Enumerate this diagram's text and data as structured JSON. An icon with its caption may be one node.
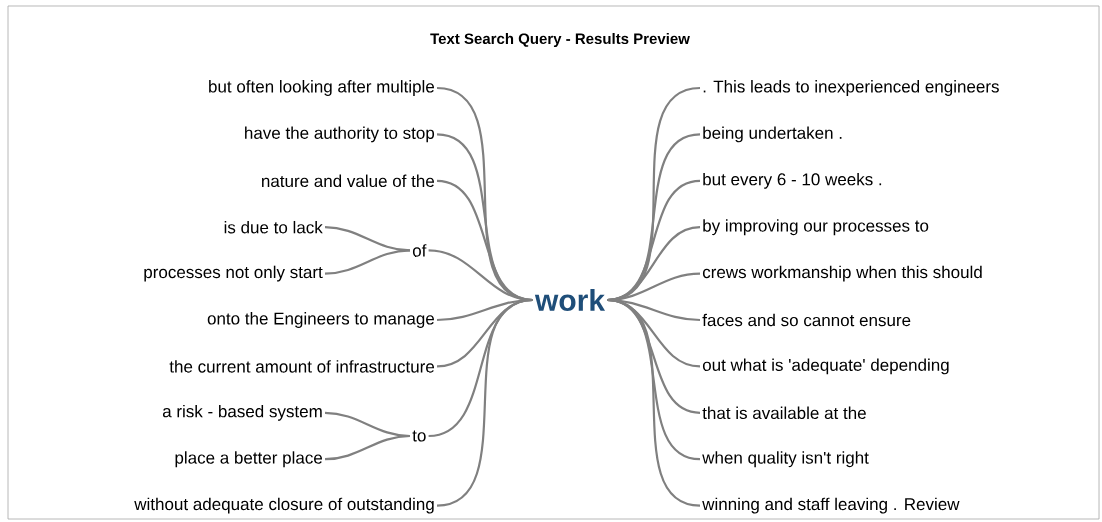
{
  "diagram": {
    "title": "Text Search Query - Results Preview",
    "nodes": [
      {
        "text": [
          "but often looking after multiple"
        ]
      },
      {
        "text": [
          "have the authority to stop"
        ]
      },
      {
        "text": [
          "nature and value of the"
        ]
      },
      {
        "text": [
          "is due to lack"
        ]
      },
      {
        "text": [
          "processes not only start"
        ]
      },
      {
        "text": [
          "of"
        ]
      },
      {
        "text": [
          "onto the Engineers to manage"
        ]
      },
      {
        "text": [
          "the current amount of infrastructure"
        ]
      },
      {
        "text": [
          "a risk - based system"
        ]
      },
      {
        "text": [
          "place a better place"
        ]
      },
      {
        "text": [
          "to"
        ]
      },
      {
        "text": [
          "without adequate closure of outstanding"
        ]
      },
      {
        "text": [
          "work"
        ]
      },
      {
        "text": [
          ". This leads to inexperienced engineers"
        ]
      },
      {
        "text": [
          "being undertaken ."
        ]
      },
      {
        "text": [
          "but every 6 - 10 weeks ."
        ]
      },
      {
        "text": [
          "by improving our processes to"
        ]
      },
      {
        "text": [
          "crews workmanship when this should"
        ]
      },
      {
        "text": [
          "faces and so cannot ensure"
        ]
      },
      {
        "text": [
          "out what is 'adequate' depending"
        ]
      },
      {
        "text": [
          "that is available at the"
        ]
      },
      {
        "text": [
          "when quality isn't right"
        ]
      },
      {
        "text": [
          "winning and staff leaving . Review"
        ]
      }
    ],
    "edges": [
      {
        "from": 0,
        "to": 12,
        "arrow": "none"
      },
      {
        "from": 1,
        "to": 12,
        "arrow": "none"
      },
      {
        "from": 2,
        "to": 12,
        "arrow": "none"
      },
      {
        "from": 3,
        "to": 5,
        "arrow": "none"
      },
      {
        "from": 4,
        "to": 5,
        "arrow": "none"
      },
      {
        "from": 5,
        "to": 12,
        "arrow": "none"
      },
      {
        "from": 6,
        "to": 12,
        "arrow": "none"
      },
      {
        "from": 7,
        "to": 12,
        "arrow": "none"
      },
      {
        "from": 8,
        "to": 10,
        "arrow": "none"
      },
      {
        "from": 9,
        "to": 10,
        "arrow": "none"
      },
      {
        "from": 10,
        "to": 12,
        "arrow": "none"
      },
      {
        "from": 11,
        "to": 12,
        "arrow": "none"
      },
      {
        "from": 12,
        "to": 13,
        "arrow": "none"
      },
      {
        "from": 12,
        "to": 14,
        "arrow": "none"
      },
      {
        "from": 12,
        "to": 15,
        "arrow": "none"
      },
      {
        "from": 12,
        "to": 16,
        "arrow": "none"
      },
      {
        "from": 12,
        "to": 17,
        "arrow": "none"
      },
      {
        "from": 12,
        "to": 18,
        "arrow": "none"
      },
      {
        "from": 12,
        "to": 19,
        "arrow": "none"
      },
      {
        "from": 12,
        "to": 20,
        "arrow": "none"
      },
      {
        "from": 12,
        "to": 21,
        "arrow": "none"
      },
      {
        "from": 12,
        "to": 22,
        "arrow": "none"
      }
    ]
  }
}
